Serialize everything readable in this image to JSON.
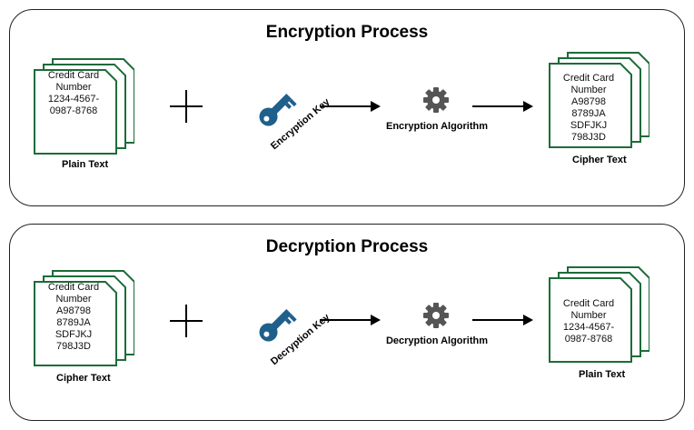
{
  "encryption": {
    "title": "Encryption Process",
    "plain_doc_lines": [
      "Credit Card",
      "Number",
      "1234-4567-",
      "0987-8768"
    ],
    "plain_caption": "Plain Text",
    "key_label": "Encryption Key",
    "algorithm_label": "Encryption Algorithm",
    "cipher_doc_lines": [
      "Credit Card",
      "Number",
      "A98798",
      "8789JA",
      "SDFJKJ",
      "798J3D"
    ],
    "cipher_caption": "Cipher Text"
  },
  "decryption": {
    "title": "Decryption Process",
    "cipher_doc_lines": [
      "Credit Card",
      "Number",
      "A98798",
      "8789JA",
      "SDFJKJ",
      "798J3D"
    ],
    "cipher_caption": "Cipher Text",
    "key_label": "Decryption Key",
    "algorithm_label": "Decryption Algorithm",
    "plain_doc_lines": [
      "Credit Card",
      "Number",
      "1234-4567-",
      "0987-8768"
    ],
    "plain_caption": "Plain Text"
  },
  "colors": {
    "document_border": "#1e6b3a",
    "key": "#1f5f8b",
    "gear": "#555555",
    "line": "#000000"
  },
  "icons": {
    "document": "document-stack-icon",
    "plus": "plus-icon",
    "key": "key-icon",
    "gear": "gear-icon",
    "arrow": "arrow-right-icon"
  }
}
